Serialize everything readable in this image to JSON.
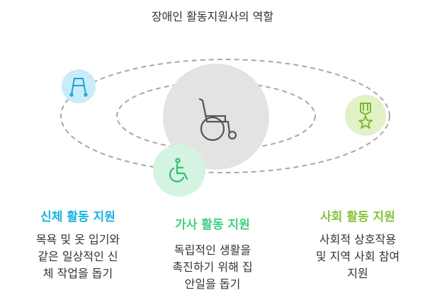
{
  "title": "장애인 활동지원사의 역할",
  "sections": [
    {
      "heading": "신체 활동 지원",
      "lines": [
        "목욕 및 옷 입기와",
        "같은 일상적인 신",
        "체 작업을 돕기"
      ]
    },
    {
      "heading": "가사 활동 지원",
      "lines": [
        "독립적인 생활을",
        "촉진하기 위해 집",
        "안일을 돕기"
      ]
    },
    {
      "heading": "사회 활동 지원",
      "lines": [
        "사회적 상호작용",
        "및 지역 사회 참여",
        "지원"
      ]
    }
  ],
  "icons": {
    "center": "wheelchair-icon",
    "left": "walker-icon",
    "bottom": "accessibility-icon",
    "right": "medal-icon"
  },
  "colors": {
    "physical": "#19b3e0",
    "household": "#3fcf86",
    "social": "#86c33b",
    "center_circle": "#e3e3e3",
    "orbit": "#a8a8a8"
  }
}
